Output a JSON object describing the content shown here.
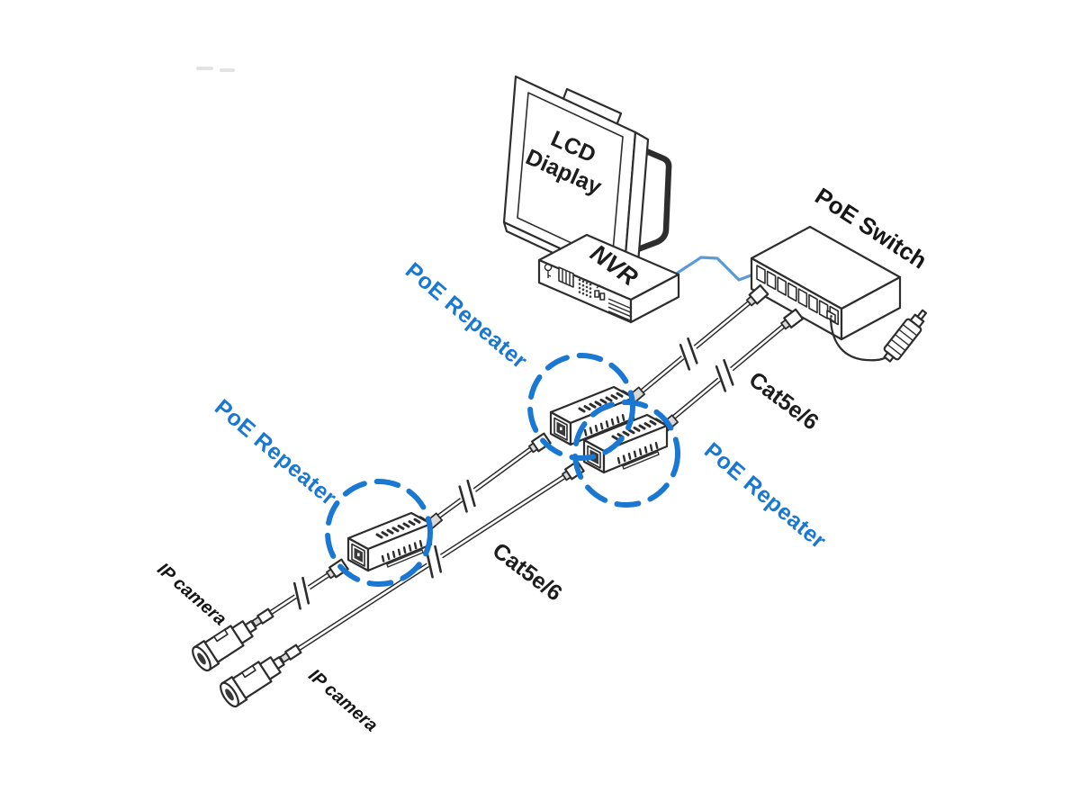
{
  "diagram": {
    "monitor": {
      "label_line1": "LCD",
      "label_line2": "Diaplay"
    },
    "nvr": {
      "label": "NVR"
    },
    "poe_switch": {
      "label": "PoE Switch"
    },
    "repeater_labels": [
      {
        "label": "PoE Repeater"
      },
      {
        "label": "PoE Repeater"
      },
      {
        "label": "PoE Repeater"
      }
    ],
    "cable_labels": [
      {
        "label": "Cat5e/6"
      },
      {
        "label": "Cat5e/6"
      }
    ],
    "camera_labels": [
      {
        "label": "IP camera"
      },
      {
        "label": "IP camera"
      }
    ],
    "colors": {
      "accent_blue": "#1a78d2",
      "cable_blue": "#5b9bd5",
      "line_color": "#2d2d2d"
    }
  }
}
